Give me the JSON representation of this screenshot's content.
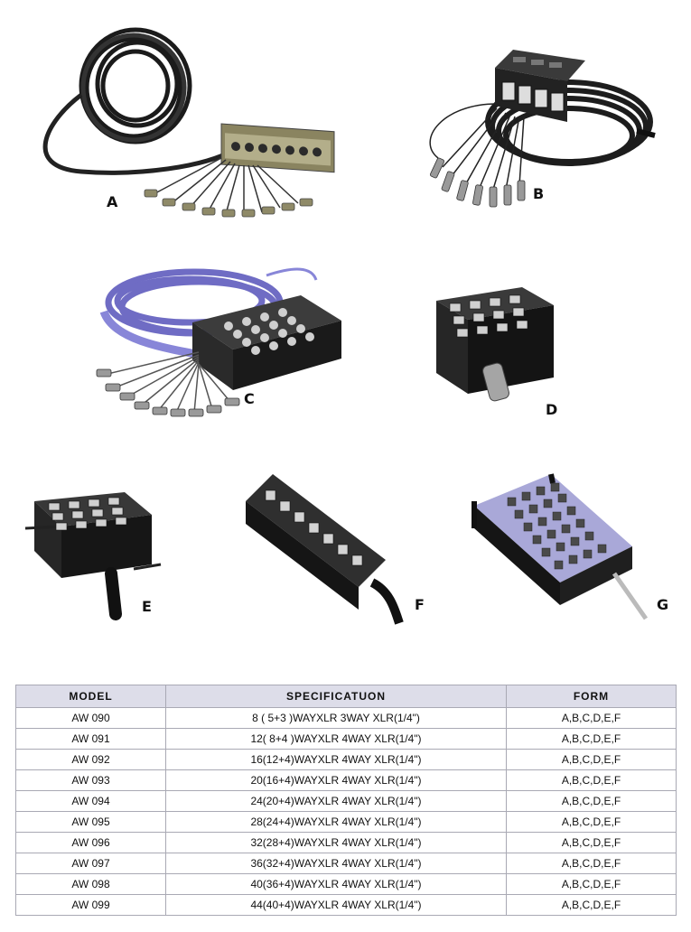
{
  "products": [
    {
      "letter": "A",
      "icon": "cable-reel-8-way-stagebox-icon"
    },
    {
      "letter": "B",
      "icon": "cable-reel-4-way-stagebox-icon"
    },
    {
      "letter": "C",
      "icon": "blue-cable-snake-with-box-icon"
    },
    {
      "letter": "D",
      "icon": "12-channel-box-with-connector-icon"
    },
    {
      "letter": "E",
      "icon": "12-channel-box-with-cable-icon"
    },
    {
      "letter": "F",
      "icon": "8-channel-inline-box-icon"
    },
    {
      "letter": "G",
      "icon": "24-channel-stagebox-icon"
    }
  ],
  "table": {
    "headers": [
      "MODEL",
      "SPECIFICATUON",
      "FORM"
    ],
    "rows": [
      [
        "AW 090",
        "8 ( 5+3 )WAYXLR 3WAY XLR(1/4\")",
        "A,B,C,D,E,F"
      ],
      [
        "AW 091",
        "12( 8+4 )WAYXLR 4WAY XLR(1/4\")",
        "A,B,C,D,E,F"
      ],
      [
        "AW 092",
        "16(12+4)WAYXLR 4WAY XLR(1/4\")",
        "A,B,C,D,E,F"
      ],
      [
        "AW 093",
        "20(16+4)WAYXLR 4WAY XLR(1/4\")",
        "A,B,C,D,E,F"
      ],
      [
        "AW 094",
        "24(20+4)WAYXLR 4WAY XLR(1/4\")",
        "A,B,C,D,E,F"
      ],
      [
        "AW 095",
        "28(24+4)WAYXLR 4WAY XLR(1/4\")",
        "A,B,C,D,E,F"
      ],
      [
        "AW 096",
        "32(28+4)WAYXLR 4WAY XLR(1/4\")",
        "A,B,C,D,E,F"
      ],
      [
        "AW 097",
        "36(32+4)WAYXLR 4WAY XLR(1/4\")",
        "A,B,C,D,E,F"
      ],
      [
        "AW 098",
        "40(36+4)WAYXLR 4WAY XLR(1/4\")",
        "A,B,C,D,E,F"
      ],
      [
        "AW 099",
        "44(40+4)WAYXLR 4WAY XLR(1/4\")",
        "A,B,C,D,E,F"
      ]
    ]
  }
}
